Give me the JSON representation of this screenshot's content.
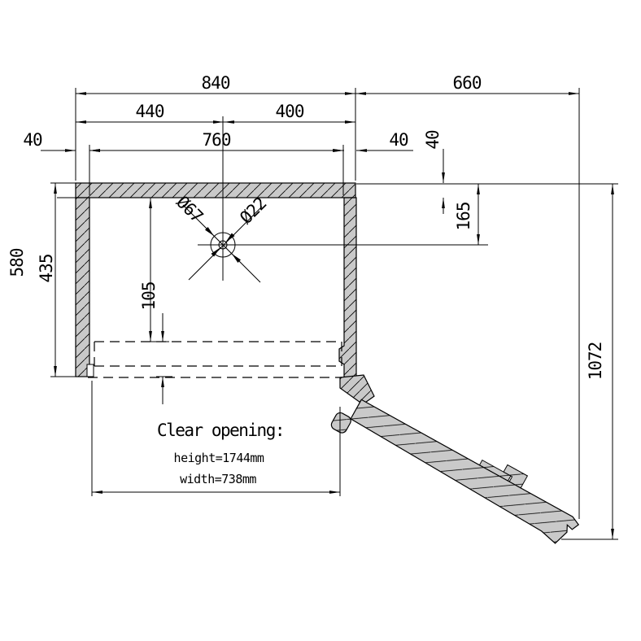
{
  "dims": {
    "total_width": "840",
    "door_side_width": "660",
    "left_span": "440",
    "right_span": "400",
    "opening_width": "760",
    "left_wall": "40",
    "right_wall": "40",
    "top_thickness": "40",
    "center_drop": "165",
    "left_height": "580",
    "inner_height": "435",
    "sill_step": "105",
    "door_drop": "1072"
  },
  "holes": {
    "outer": "Ø67",
    "inner": "Ø22"
  },
  "note": {
    "title": "Clear opening:",
    "height": "height=1744mm",
    "width": "width=738mm"
  },
  "colors": {
    "line": "#000000",
    "fill": "#c9c9c9",
    "background": "#ffffff"
  }
}
